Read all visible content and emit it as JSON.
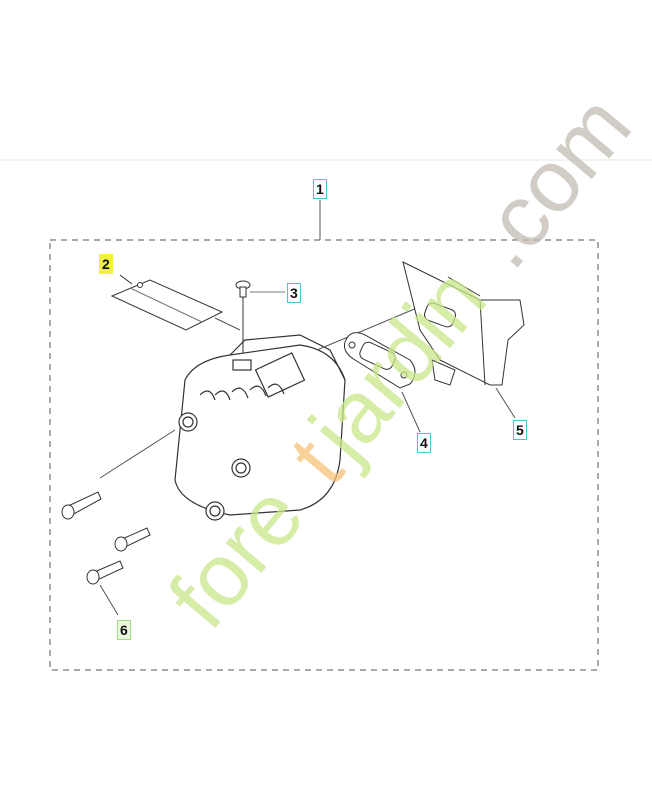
{
  "diagram": {
    "callouts": [
      {
        "id": "1",
        "label": "1",
        "highlighted": false
      },
      {
        "id": "2",
        "label": "2",
        "highlighted": true
      },
      {
        "id": "3",
        "label": "3",
        "highlighted": false
      },
      {
        "id": "4",
        "label": "4",
        "highlighted": false
      },
      {
        "id": "5",
        "label": "5",
        "highlighted": false
      },
      {
        "id": "6",
        "label": "6",
        "highlighted": false
      }
    ],
    "colors": {
      "highlight": "#f2f23a",
      "callout_border": "#4cc3d9",
      "line": "#333333"
    }
  },
  "watermark": {
    "text": "foretjardin.com",
    "colors": [
      "#c8e88a",
      "#f7c27a",
      "#c2bdb4"
    ]
  }
}
